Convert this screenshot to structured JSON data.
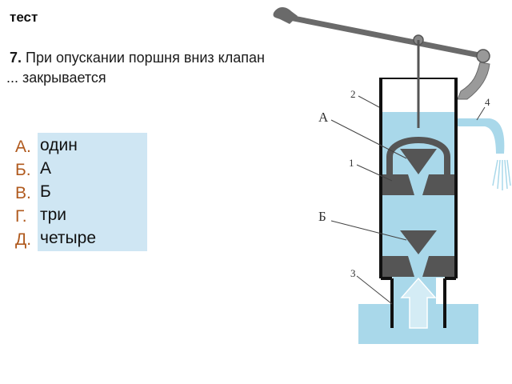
{
  "slide": {
    "title": "тест",
    "question_number": "7.",
    "question_text": "При опускании поршня вниз клапан ... закрывается"
  },
  "answers": [
    {
      "letter": "А.",
      "text": "один"
    },
    {
      "letter": "Б.",
      "text": "А"
    },
    {
      "letter": "В.",
      "text": "Б"
    },
    {
      "letter": "Г.",
      "text": "три"
    },
    {
      "letter": "Д.",
      "text": "четыре"
    }
  ],
  "diagram": {
    "labels": {
      "valve_upper": "А",
      "valve_lower": "Б",
      "num_1": "1",
      "num_2": "2",
      "num_3": "3",
      "num_4": "4"
    }
  },
  "colors": {
    "answer_box": "#cfe6f3",
    "answer_letter": "#b05a1e",
    "water": "#a9d8ea",
    "valve": "#555555"
  }
}
